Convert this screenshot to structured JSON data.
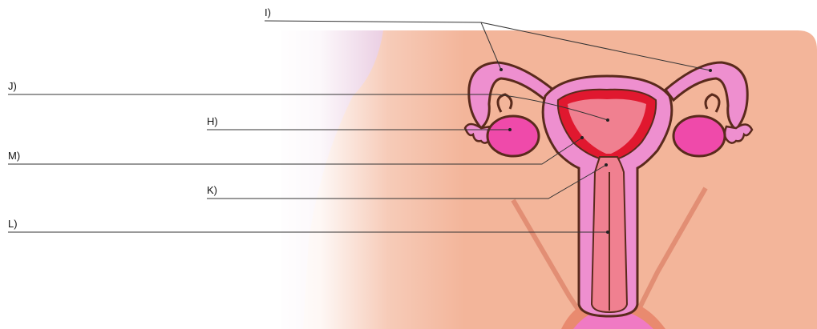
{
  "labels": {
    "I": "I)",
    "J": "J)",
    "H": "H)",
    "M": "M)",
    "K": "K)",
    "L": "L)"
  },
  "colors": {
    "skin": "#f3b59a",
    "skin_dark": "#e88e73",
    "organ_pink": "#ee8fcf",
    "organ_outline": "#5a2a1c",
    "ovary": "#ef4aaa",
    "endometrium": "#e0182f",
    "cavity": "#f08090",
    "line": "#333333"
  },
  "icons": {
    "diagram": "female-reproductive-system-diagram"
  }
}
